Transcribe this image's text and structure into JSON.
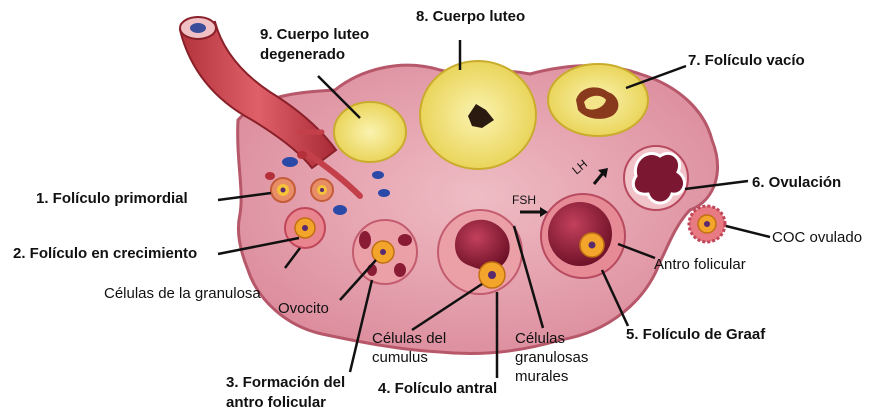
{
  "labels": {
    "l1": "1. Folículo primordial",
    "l2": "2. Folículo en crecimiento",
    "granulosa": "Células de la granulosa",
    "ovocito": "Ovocito",
    "l3a": "3. Formación del",
    "l3b": "antro folicular",
    "cumulus_a": "Células del",
    "cumulus_b": "cumulus",
    "l4": "4. Folículo antral",
    "murales_a": "Células",
    "murales_b": "granulosas",
    "murales_c": "murales",
    "l5": "5. Folículo de Graaf",
    "antro": "Antro folicular",
    "coc": "COC ovulado",
    "l6": "6. Ovulación",
    "l7": "7. Folículo vacío",
    "l8": "8. Cuerpo luteo",
    "l9a": "9. Cuerpo luteo",
    "l9b": "degenerado"
  },
  "hormones": {
    "fsh": "FSH",
    "lh": "LH"
  },
  "colors": {
    "ovary": "#e8a9b4",
    "ovary_edge": "#b7576a",
    "vessel": "#c7404a",
    "luteal": "#f4e58a",
    "antrum": "#8a1b35",
    "oocyte": "#f3a42b"
  }
}
